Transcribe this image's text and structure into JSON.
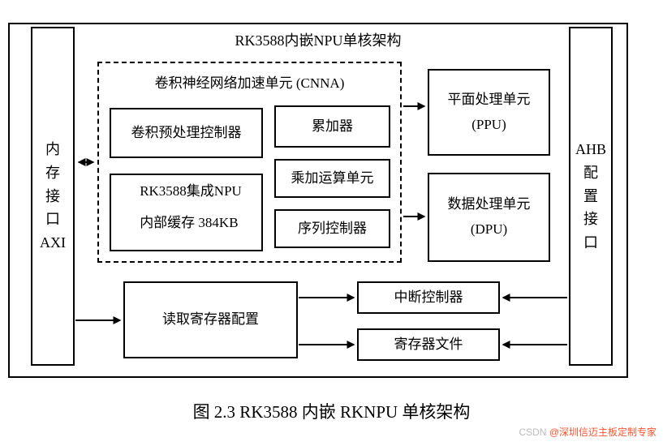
{
  "diagram": {
    "title": "RK3588内嵌NPU单核架构",
    "axi_label": "内\n存\n接\n口\nAXI",
    "ahb_label": "AHB\n配\n置\n接\n口",
    "cnna_title": "卷积神经网络加速单元 (CNNA)",
    "conv_pre": "卷积预处理控制器",
    "npu_cache": "RK3588集成NPU\n内部缓存 384KB",
    "accumulator": "累加器",
    "mac_unit": "乘加运算单元",
    "seq_ctrl": "序列控制器",
    "ppu": "平面处理单元\n(PPU)",
    "dpu": "数据处理单元\n(DPU)",
    "read_reg": "读取寄存器配置",
    "int_ctrl": "中断控制器",
    "reg_file": "寄存器文件"
  },
  "caption": "图 2.3 RK3588 内嵌 RKNPU 单核架构",
  "watermark": {
    "prefix": "CSDN ",
    "author": "@深圳信迈主板定制专家",
    "prefix_color": "#bbbbbb",
    "author_color": "#fc5531"
  },
  "colors": {
    "line": "#000000",
    "background": "#ffffff"
  }
}
